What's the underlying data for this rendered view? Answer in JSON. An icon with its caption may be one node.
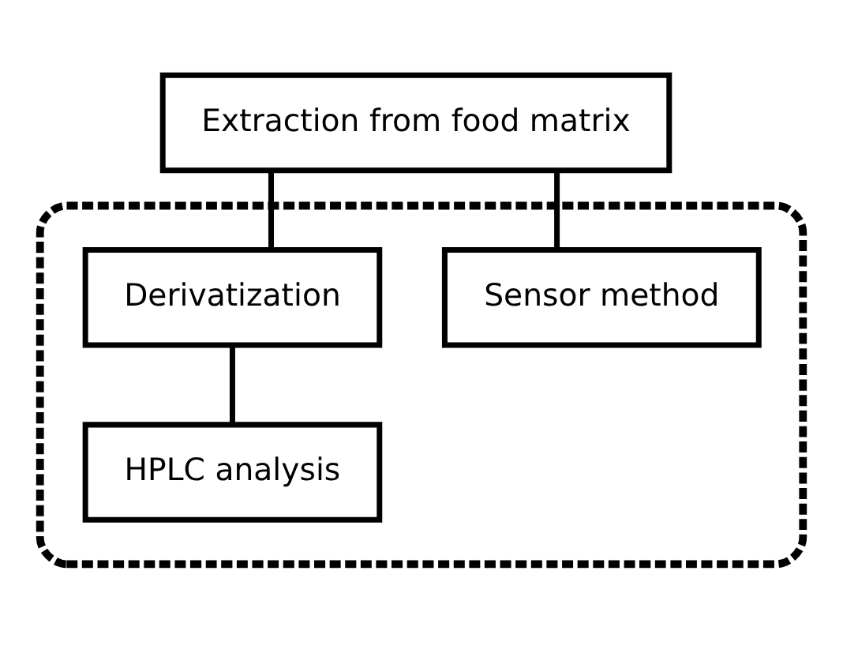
{
  "diagram": {
    "nodes": [
      {
        "text": [
          "Extraction from food matrix"
        ]
      },
      {
        "text": [],
        "shape": "box"
      },
      {
        "text": [
          "Sensor method"
        ],
        "in": 1
      },
      {
        "text": [
          "Derivatization"
        ],
        "in": 1
      },
      {
        "text": [
          "HPLC analysis"
        ],
        "in": 1
      }
    ],
    "edges": [
      {
        "from": 0,
        "to": 2,
        "arrow": "none"
      },
      {
        "from": 0,
        "to": 3,
        "arrow": "none"
      },
      {
        "from": 3,
        "to": 4,
        "arrow": "none"
      }
    ]
  }
}
